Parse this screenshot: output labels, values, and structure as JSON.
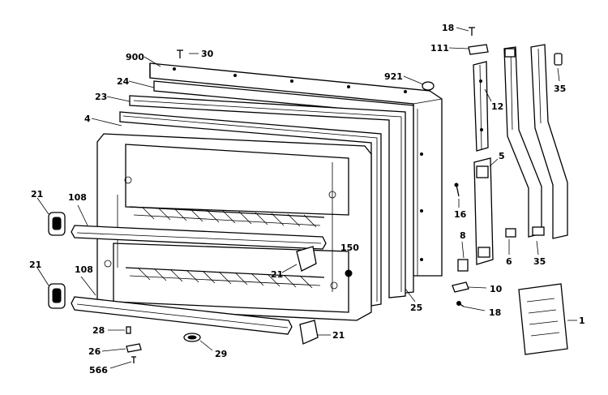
{
  "diagram": {
    "part_numbers": {
      "p900": "900",
      "p30": "30",
      "p24": "24",
      "p23": "23",
      "p4": "4",
      "p921": "921",
      "p18a": "18",
      "p111": "111",
      "p35a": "35",
      "p12": "12",
      "p5": "5",
      "p16": "16",
      "p21a": "21",
      "p108a": "108",
      "p21b": "21",
      "p108b": "108",
      "p150": "150",
      "p21c": "21",
      "p8": "8",
      "p6": "6",
      "p35b": "35",
      "p10": "10",
      "p18b": "18",
      "p25": "25",
      "p1": "1",
      "p28": "28",
      "p26": "26",
      "p566": "566",
      "p29": "29",
      "p21d": "21"
    }
  }
}
